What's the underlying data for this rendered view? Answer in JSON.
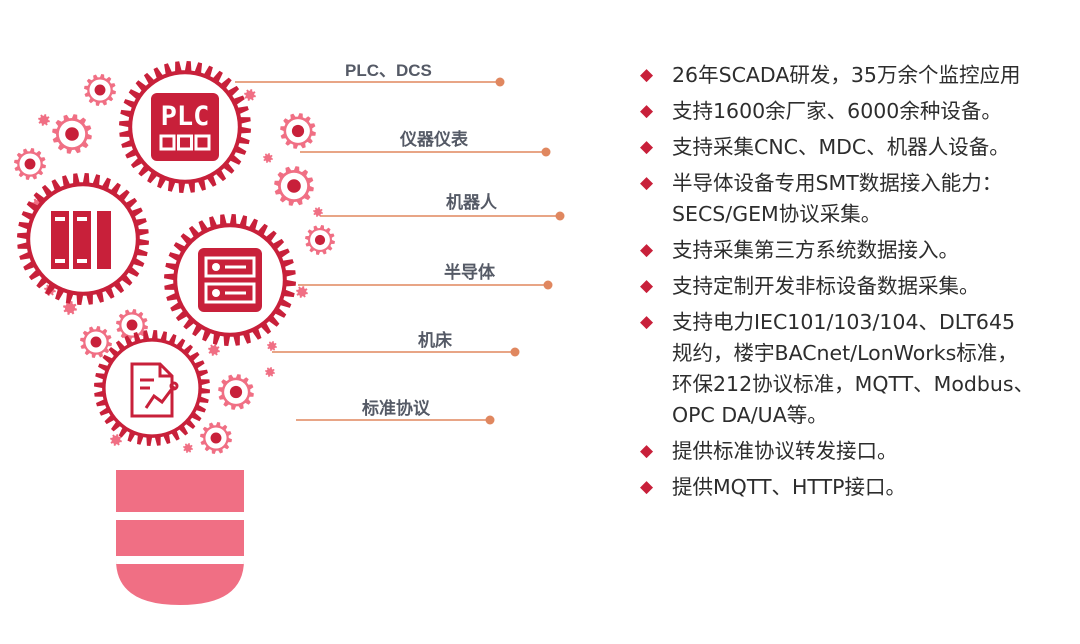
{
  "colors": {
    "accent": "#c8203a",
    "accent_light": "#f06f84",
    "line": "#e0875f",
    "text": "#2d2d2d",
    "label": "#555a66"
  },
  "categories": [
    {
      "label": "PLC、DCS"
    },
    {
      "label": "仪器仪表"
    },
    {
      "label": "机器人"
    },
    {
      "label": "半导体"
    },
    {
      "label": "机床"
    },
    {
      "label": "标准协议"
    }
  ],
  "gears": {
    "large": [
      {
        "icon": "plc-icon",
        "text": "PLC"
      },
      {
        "icon": "server-rack-icon"
      },
      {
        "icon": "control-panel-icon"
      },
      {
        "icon": "document-chart-icon"
      }
    ],
    "small": [
      {
        "icon": "warning-icon"
      },
      {
        "icon": "home-icon"
      },
      {
        "icon": "battery-icon"
      },
      {
        "icon": "tools-icon"
      },
      {
        "icon": "presentation-icon"
      },
      {
        "icon": "warning-icon"
      },
      {
        "icon": "mail-icon"
      },
      {
        "icon": "home-icon"
      },
      {
        "icon": "database-icon"
      },
      {
        "icon": "tools-icon"
      }
    ]
  },
  "features": [
    {
      "lines": [
        "26年SCADA研发，35万余个监控应用"
      ]
    },
    {
      "lines": [
        "支持1600余厂家、6000余种设备。"
      ]
    },
    {
      "lines": [
        "支持采集CNC、MDC、机器人设备。"
      ]
    },
    {
      "lines": [
        "半导体设备专用SMT数据接入能力：",
        "SECS/GEM协议采集。"
      ]
    },
    {
      "lines": [
        "支持采集第三方系统数据接入。"
      ]
    },
    {
      "lines": [
        "支持定制开发非标设备数据采集。"
      ]
    },
    {
      "lines": [
        "支持电力IEC101/103/104、DLT645",
        "规约，楼宇BACnet/LonWorks标准，",
        "环保212协议标准，MQTT、Modbus、",
        "OPC DA/UA等。"
      ]
    },
    {
      "lines": [
        "提供标准协议转发接口。"
      ]
    },
    {
      "lines": [
        "提供MQTT、HTTP接口。"
      ]
    }
  ],
  "bullet_symbol": "◆"
}
